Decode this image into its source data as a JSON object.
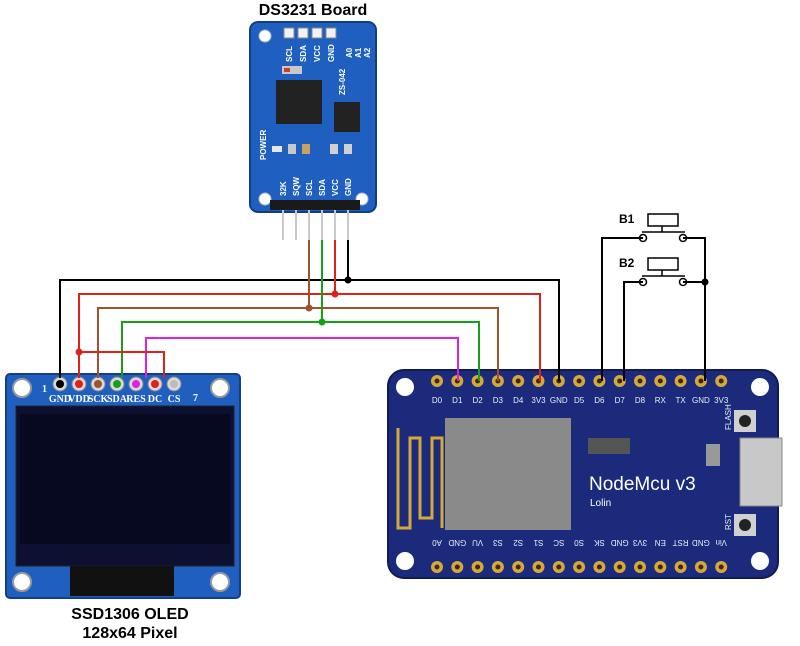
{
  "titles": {
    "rtc": "DS3231 Board",
    "oled_line1": "SSD1306 OLED",
    "oled_line2": "128x64 Pixel"
  },
  "rtc_board": {
    "top_pins": [
      "SCL",
      "SDA",
      "VCC",
      "GND"
    ],
    "bottom_pins": [
      "32K",
      "SQW",
      "SCL",
      "SDA",
      "VCC",
      "GND"
    ],
    "chip_label": "ZS-042",
    "power_label": "POWER",
    "addr_labels": [
      "A0",
      "A1",
      "A2"
    ]
  },
  "oled_board": {
    "pins": [
      "GND",
      "VDD",
      "SCK",
      "SDA",
      "RES",
      "DC",
      "CS"
    ],
    "corner_left": "1",
    "corner_right": "7"
  },
  "nodemcu": {
    "name": "NodeMcu v3",
    "vendor": "Lolin",
    "top_pins": [
      "D0",
      "D1",
      "D2",
      "D3",
      "D4",
      "3V3",
      "GND",
      "D5",
      "D6",
      "D7",
      "D8",
      "RX",
      "TX",
      "GND",
      "3V3"
    ],
    "bottom_pins": [
      "A0",
      "GND",
      "VU",
      "S3",
      "S2",
      "S1",
      "SC",
      "S0",
      "SK",
      "GND",
      "3V3",
      "EN",
      "RST",
      "GND",
      "Vin"
    ],
    "flash_label": "FLASH",
    "rst_label": "RST"
  },
  "buttons": [
    "B1",
    "B2"
  ],
  "colors": {
    "gnd": "#000000",
    "vcc": "#e0201b",
    "scl": "#a0522d",
    "sda": "#16a016",
    "res": "#e020e0",
    "dc": "#b07038",
    "pcb_blue": "#1f5fbf",
    "nodemcu_blue": "#1b2a7a",
    "pin_gold": "#d6a83a"
  }
}
